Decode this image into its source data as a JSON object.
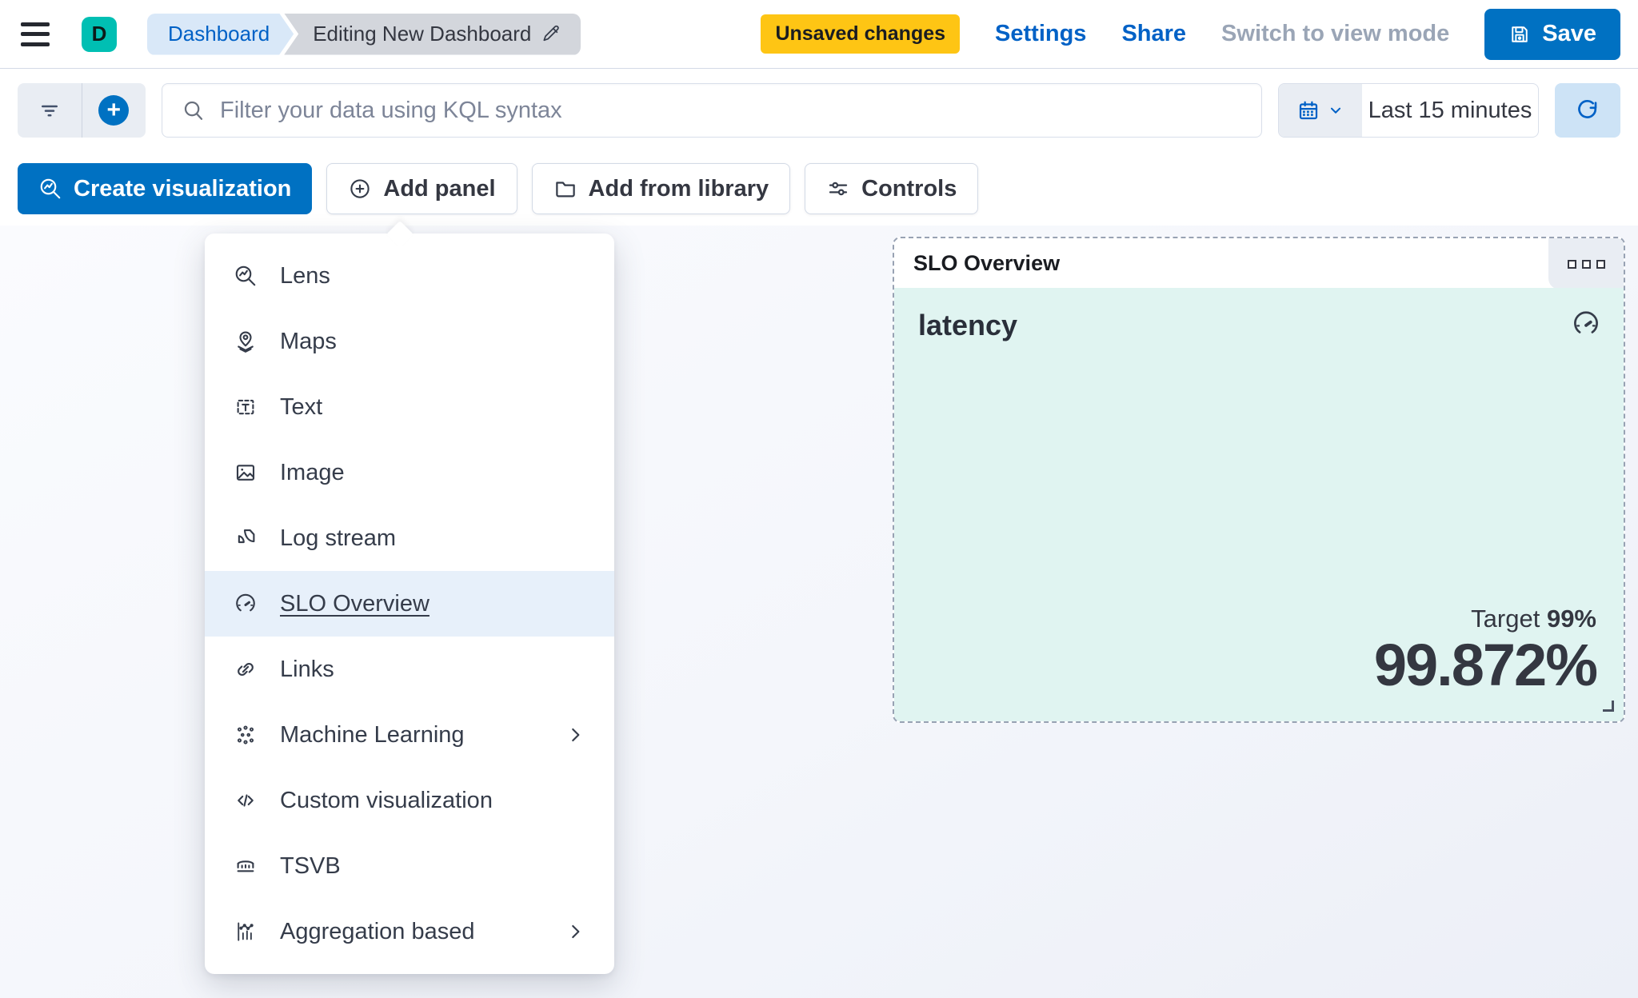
{
  "colors": {
    "primary_blue": "#0071c2",
    "link_blue": "#0061c6",
    "avatar_teal": "#00bfb3",
    "badge_yellow": "#fec514",
    "panel_mint": "#e0f4f1",
    "dashed_border": "#98a2b3"
  },
  "header": {
    "avatar_letter": "D",
    "breadcrumbs": [
      {
        "label": "Dashboard"
      },
      {
        "label": "Editing New Dashboard"
      }
    ],
    "unsaved_badge": "Unsaved changes",
    "settings_label": "Settings",
    "share_label": "Share",
    "view_mode_label": "Switch to view mode",
    "save_label": "Save"
  },
  "querybar": {
    "placeholder": "Filter your data using KQL syntax",
    "time_range": "Last 15 minutes"
  },
  "toolbar": {
    "create_visualization": "Create visualization",
    "add_panel": "Add panel",
    "add_from_library": "Add from library",
    "controls": "Controls"
  },
  "add_panel_menu": {
    "items": [
      {
        "label": "Lens",
        "icon": "lens-icon"
      },
      {
        "label": "Maps",
        "icon": "maps-icon"
      },
      {
        "label": "Text",
        "icon": "text-icon"
      },
      {
        "label": "Image",
        "icon": "image-icon"
      },
      {
        "label": "Log stream",
        "icon": "log-stream-icon"
      },
      {
        "label": "SLO Overview",
        "icon": "gauge-icon",
        "highlighted": true
      },
      {
        "label": "Links",
        "icon": "link-icon"
      },
      {
        "label": "Machine Learning",
        "icon": "machine-learning-icon",
        "has_submenu": true
      },
      {
        "label": "Custom visualization",
        "icon": "code-icon"
      },
      {
        "label": "TSVB",
        "icon": "tsvb-icon"
      },
      {
        "label": "Aggregation based",
        "icon": "aggregation-icon",
        "has_submenu": true
      }
    ]
  },
  "slo_panel": {
    "panel_title": "SLO Overview",
    "slo_name": "latency",
    "target_label": "Target",
    "target_value": "99%",
    "observed_value": "99.872%"
  }
}
